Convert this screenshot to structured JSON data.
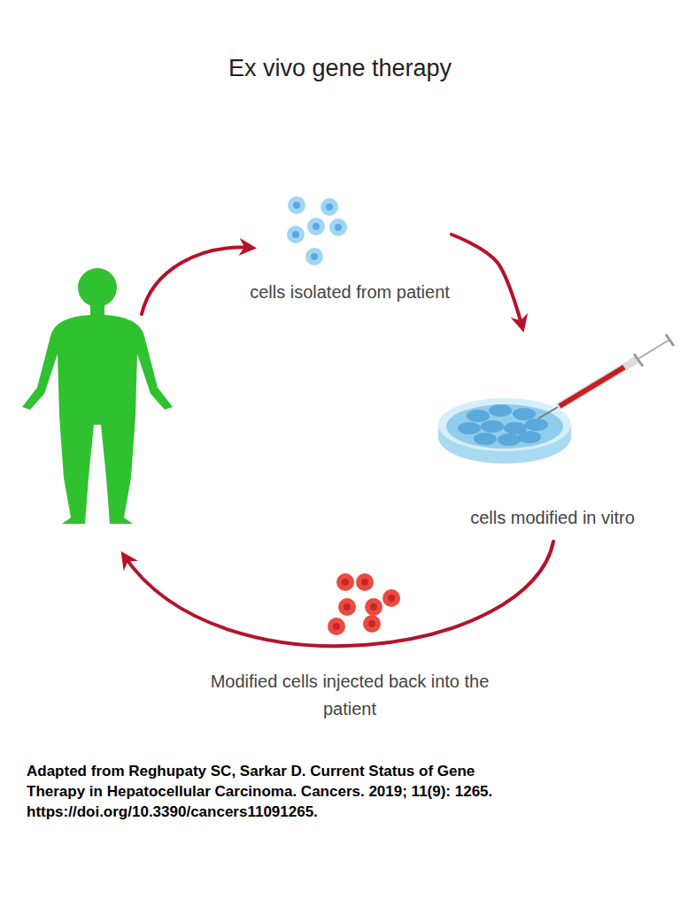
{
  "diagram": {
    "title": "Ex vivo gene therapy",
    "caption": "Adapted from Reghupaty SC, Sarkar D. Current Status of Gene Therapy in Hepatocellular Carcinoma. Cancers. 2019; 11(9): 1265. https://doi.org/10.3390/cancers11091265.",
    "nodes": [
      {
        "text": [
          "cells isolated from patient"
        ]
      },
      {
        "text": [
          "cells modified in vitro"
        ]
      },
      {
        "text": [
          "Modified cells injected back into the patient"
        ]
      }
    ],
    "edges": [
      {
        "from": 0,
        "to": 1,
        "arrow": "to"
      }
    ]
  }
}
